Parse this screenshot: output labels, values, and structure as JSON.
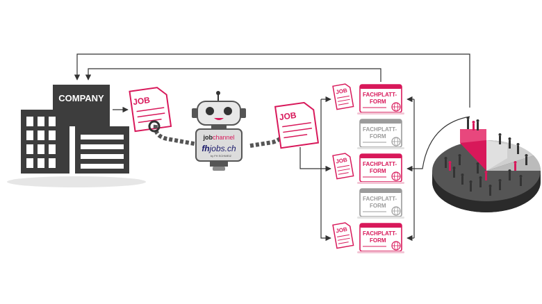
{
  "company": {
    "label": "COMPANY"
  },
  "job_label": "JOB",
  "robot": {
    "brand1_bold": "job",
    "brand1_rest": "channel",
    "brand2_bold": "fh",
    "brand2_rest": "jobs.ch",
    "brand2_sub": "by FH SCHWEIZ"
  },
  "platforms": [
    {
      "label_line1": "FACHPLATT-",
      "label_line2": "FORM",
      "active": true
    },
    {
      "label_line1": "FACHPLATT-",
      "label_line2": "FORM",
      "active": false
    },
    {
      "label_line1": "FACHPLATT-",
      "label_line2": "FORM",
      "active": true
    },
    {
      "label_line1": "FACHPLATT-",
      "label_line2": "FORM",
      "active": false
    },
    {
      "label_line1": "FACHPLATT-",
      "label_line2": "FORM",
      "active": true
    }
  ],
  "colors": {
    "accent": "#d8185a",
    "dark": "#3a3a3a",
    "mid_gray": "#9b9b9b",
    "light_gray": "#cfcfcf",
    "line": "#333333"
  },
  "icons": [
    "building-icon",
    "job-document-icon",
    "robot-icon",
    "platform-window-icon",
    "globe-icon",
    "audience-pie-icon"
  ]
}
